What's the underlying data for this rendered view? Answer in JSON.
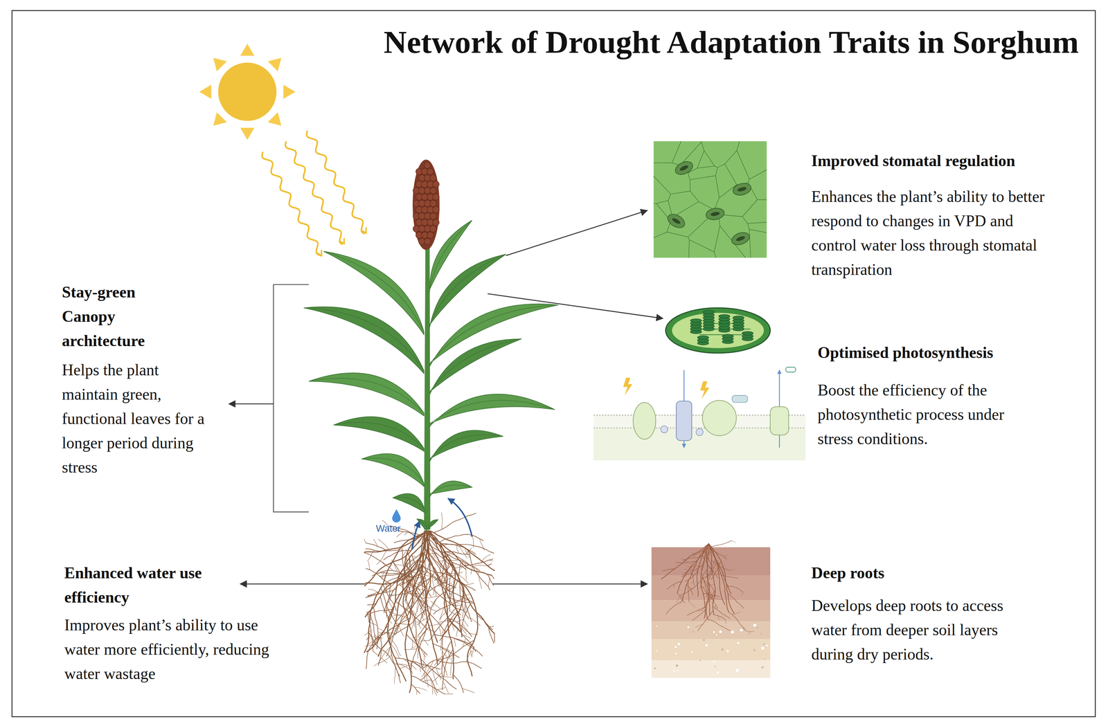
{
  "diagram": {
    "title": "Network of Drought Adaptation Traits in Sorghum",
    "nodes": [
      {
        "text": [
          "Improved stomatal regulation",
          "Enhances the plant’s ability to better respond to changes in VPD and control water loss through stomatal transpiration"
        ]
      },
      {
        "text": [
          "Stay-green Canopy architecture",
          "Helps the plant maintain green, functional leaves for a longer period during stress"
        ]
      },
      {
        "text": [
          "Optimised photosynthesis",
          "Boost the efficiency of the photosynthetic process under stress conditions."
        ]
      },
      {
        "text": [
          "Enhanced water use efficiency",
          "Improves plant’s ability to use water more efficiently, reducing water wastage"
        ]
      },
      {
        "text": [
          "Deep roots",
          "Develops deep roots to access water from deeper soil layers during dry periods."
        ]
      }
    ],
    "labels": [
      "Water"
    ]
  }
}
